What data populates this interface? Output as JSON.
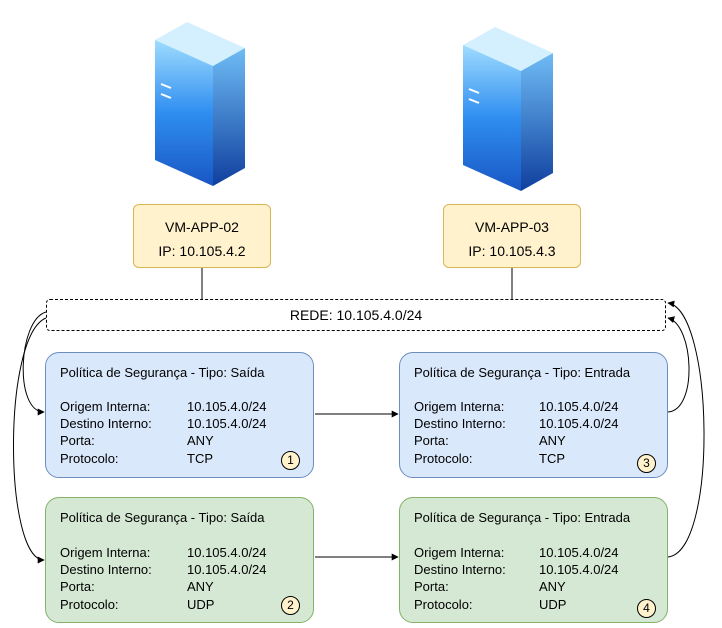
{
  "servers": [
    {
      "name": "VM-APP-02",
      "ip": "IP: 10.105.4.2",
      "icon": "server-icon"
    },
    {
      "name": "VM-APP-03",
      "ip": "IP: 10.105.4.3",
      "icon": "server-icon"
    }
  ],
  "network": {
    "label": "REDE: 10.105.4.0/24"
  },
  "labels": {
    "origin": "Origem Interna:",
    "destination": "Destino Interno:",
    "port": "Porta:",
    "protocol": "Protocolo:"
  },
  "policies": [
    {
      "title": "Política de Segurança - Tipo: Saída",
      "origin": "10.105.4.0/24",
      "destination": "10.105.4.0/24",
      "port": "ANY",
      "protocol": "TCP",
      "number": "1"
    },
    {
      "title": "Política de Segurança - Tipo: Entrada",
      "origin": "10.105.4.0/24",
      "destination": "10.105.4.0/24",
      "port": "ANY",
      "protocol": "TCP",
      "number": "3"
    },
    {
      "title": "Política de Segurança - Tipo: Saída",
      "origin": "10.105.4.0/24",
      "destination": "10.105.4.0/24",
      "port": "ANY",
      "protocol": "UDP",
      "number": "2"
    },
    {
      "title": "Política de Segurança - Tipo: Entrada",
      "origin": "10.105.4.0/24",
      "destination": "10.105.4.0/24",
      "port": "ANY",
      "protocol": "UDP",
      "number": "4"
    }
  ],
  "colors": {
    "vm_fill": "#fff2cc",
    "vm_border": "#d6b656",
    "tcp_fill": "#dae8fc",
    "tcp_border": "#6c8ebf",
    "udp_fill": "#d5e8d4",
    "udp_border": "#82b366",
    "server_blue": "#2a7fe0"
  }
}
